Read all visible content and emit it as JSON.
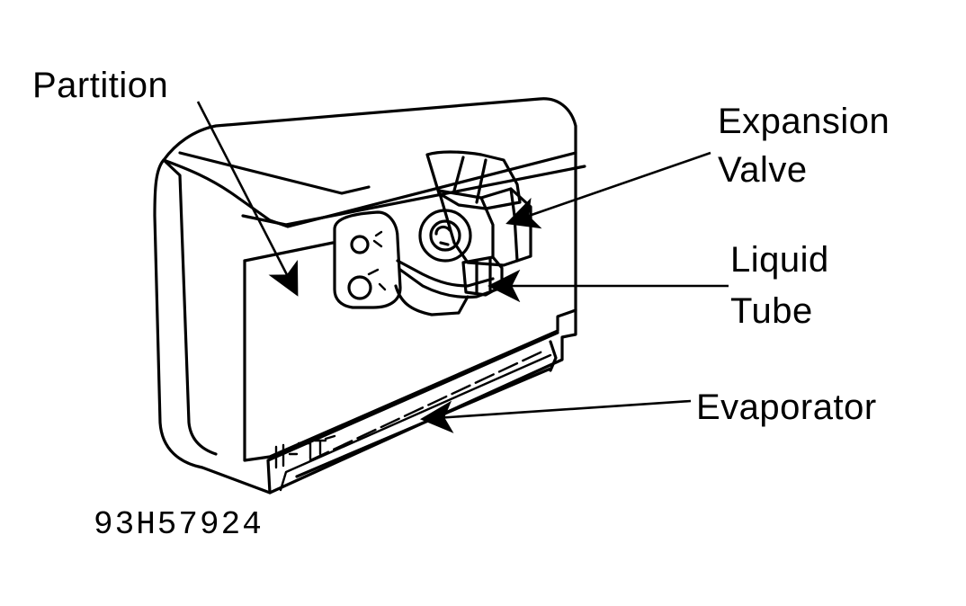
{
  "labels": {
    "partition": "Partition",
    "expansion_line1": "Expansion",
    "expansion_line2": "Valve",
    "liquid_line1": "Liquid",
    "liquid_line2": "Tube",
    "evaporator": "Evaporator"
  },
  "figure_id": "93H57924",
  "colors": {
    "ink": "#000000",
    "paper": "#ffffff"
  }
}
